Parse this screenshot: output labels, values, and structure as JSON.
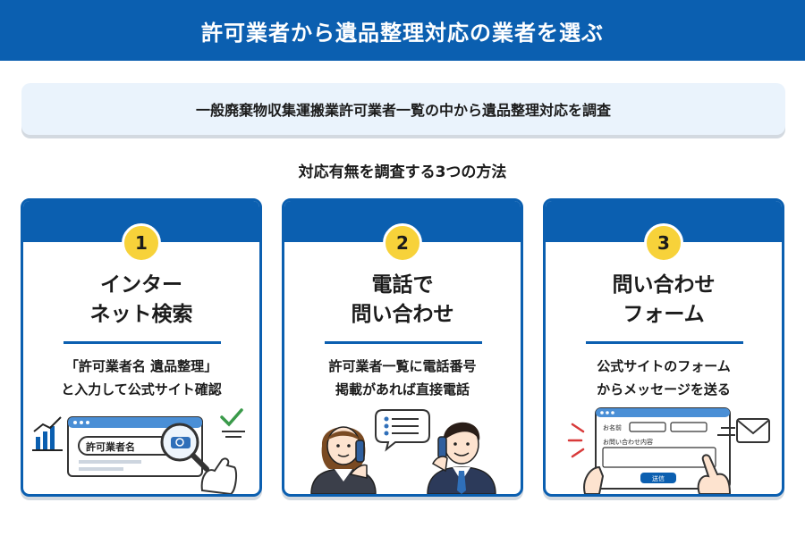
{
  "header": {
    "title": "許可業者から遺品整理対応の業者を選ぶ"
  },
  "banner": {
    "text": "一般廃棄物収集運搬業許可業者一覧の中から遺品整理対応を調査"
  },
  "section": {
    "title": "対応有無を調査する3つの方法"
  },
  "methods": [
    {
      "number": "1",
      "title_lines": [
        "インター",
        "ネット検索"
      ],
      "desc_lines": [
        "「許可業者名 遺品整理」",
        "と入力して公式サイト確認"
      ],
      "illus": {
        "search_text": "許可業者名"
      }
    },
    {
      "number": "2",
      "title_lines": [
        "電話で",
        "問い合わせ"
      ],
      "desc_lines": [
        "許可業者一覧に電話番号",
        "掲載があれば直接電話"
      ]
    },
    {
      "number": "3",
      "title_lines": [
        "問い合わせ",
        "フォーム"
      ],
      "desc_lines": [
        "公式サイトのフォーム",
        "からメッセージを送る"
      ],
      "illus": {
        "field_name": "お名前",
        "field_message": "お問い合わせ内容",
        "submit": "送信"
      }
    }
  ],
  "colors": {
    "primary": "#0b5fb0",
    "accent": "#f7d23a",
    "banner_bg": "#eaf3fc"
  }
}
